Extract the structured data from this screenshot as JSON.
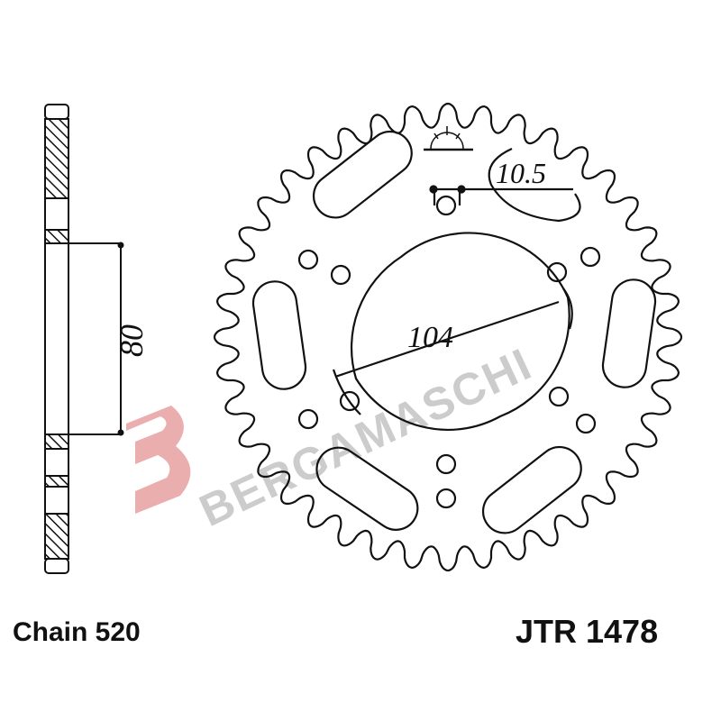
{
  "chain_label": "Chain 520",
  "part_number": "JTR 1478",
  "dimensions": {
    "hub_width": "80",
    "bolt_circle": "104",
    "bolt_hole": "10.5"
  },
  "watermark": {
    "text": "BERGAMASCHI",
    "logo_color": "#e8a0a0",
    "text_color": "#bdbdbd"
  },
  "sprocket": {
    "teeth": 40
  }
}
